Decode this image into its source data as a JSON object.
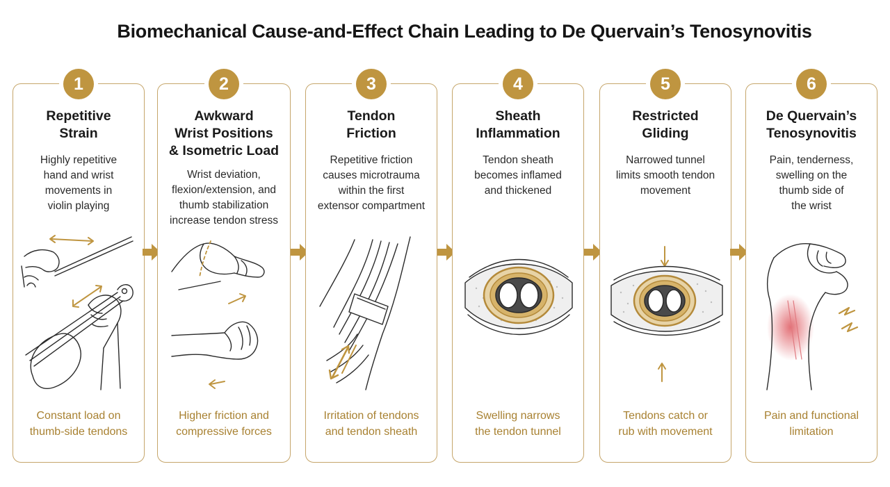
{
  "title": "Biomechanical Cause-and-Effect Chain Leading to De Quervain’s Tenosynovitis",
  "colors": {
    "accent": "#bf9540",
    "border": "#c5a56a",
    "result_text": "#a88131",
    "inflamed": "#d9424a"
  },
  "steps": [
    {
      "number": "1",
      "heading": [
        "Repetitive",
        "Strain"
      ],
      "description": [
        "Highly repetitive",
        "hand and wrist",
        "movements in",
        "violin playing"
      ],
      "result": [
        "Constant load on",
        "thumb-side tendons"
      ],
      "icon": "violin-playing-hands-icon"
    },
    {
      "number": "2",
      "heading": [
        "Awkward",
        "Wrist Positions",
        "& Isometric Load"
      ],
      "description": [
        "Wrist deviation,",
        "flexion/extension, and",
        "thumb stabilization",
        "increase tendon stress"
      ],
      "result": [
        "Higher friction and",
        "compressive forces"
      ],
      "icon": "wrist-deviation-icon"
    },
    {
      "number": "3",
      "heading": [
        "Tendon",
        "Friction"
      ],
      "description": [
        "Repetitive friction",
        "causes microtrauma",
        "within the first",
        "extensor compartment"
      ],
      "result": [
        "Irritation of tendons",
        "and tendon sheath"
      ],
      "icon": "tendon-friction-icon"
    },
    {
      "number": "4",
      "heading": [
        "Sheath",
        "Inflammation"
      ],
      "description": [
        "Tendon sheath",
        "becomes inflamed",
        "and thickened"
      ],
      "result": [
        "Swelling narrows",
        "the tendon tunnel"
      ],
      "icon": "inflamed-sheath-cross-section-icon"
    },
    {
      "number": "5",
      "heading": [
        "Restricted",
        "Gliding"
      ],
      "description": [
        "Narrowed tunnel",
        "limits smooth tendon",
        "movement"
      ],
      "result": [
        "Tendons catch or",
        "rub with movement"
      ],
      "icon": "narrowed-tunnel-cross-section-icon"
    },
    {
      "number": "6",
      "heading": [
        "De Quervain’s",
        "Tenosynovitis"
      ],
      "description": [
        "Pain, tenderness,",
        "swelling on the",
        "thumb side of",
        "the wrist"
      ],
      "result": [
        "Pain and functional",
        "limitation"
      ],
      "icon": "painful-wrist-icon"
    }
  ]
}
